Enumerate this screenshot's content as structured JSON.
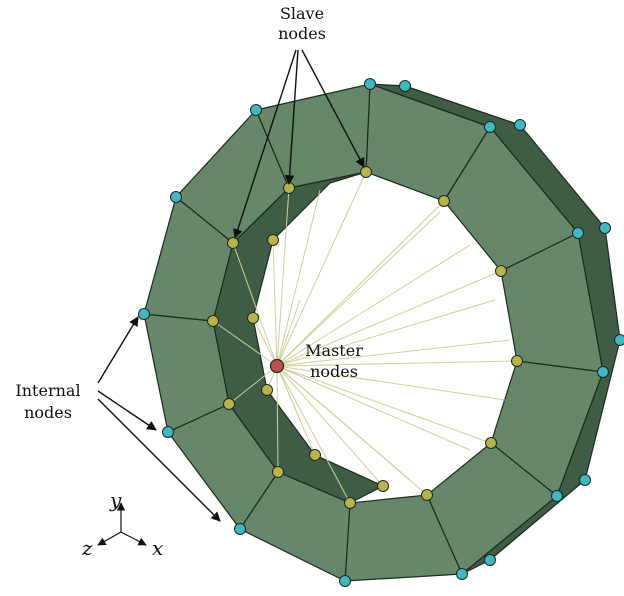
{
  "labels": {
    "slave_line1": "Slave",
    "slave_line2": "nodes",
    "master_line1": "Master",
    "master_line2": "nodes",
    "internal_line1": "Internal",
    "internal_line2": "nodes"
  },
  "axes": {
    "x": "x",
    "y": "y",
    "z": "z"
  },
  "colors": {
    "face": "#66876a",
    "face_dark": "#3f5d45",
    "edge": "#1c2a1f",
    "outer_node": "#3fb8c4",
    "inner_node": "#b9b34a",
    "master_node": "#c0504d",
    "spoke": "#cfcf9a"
  }
}
